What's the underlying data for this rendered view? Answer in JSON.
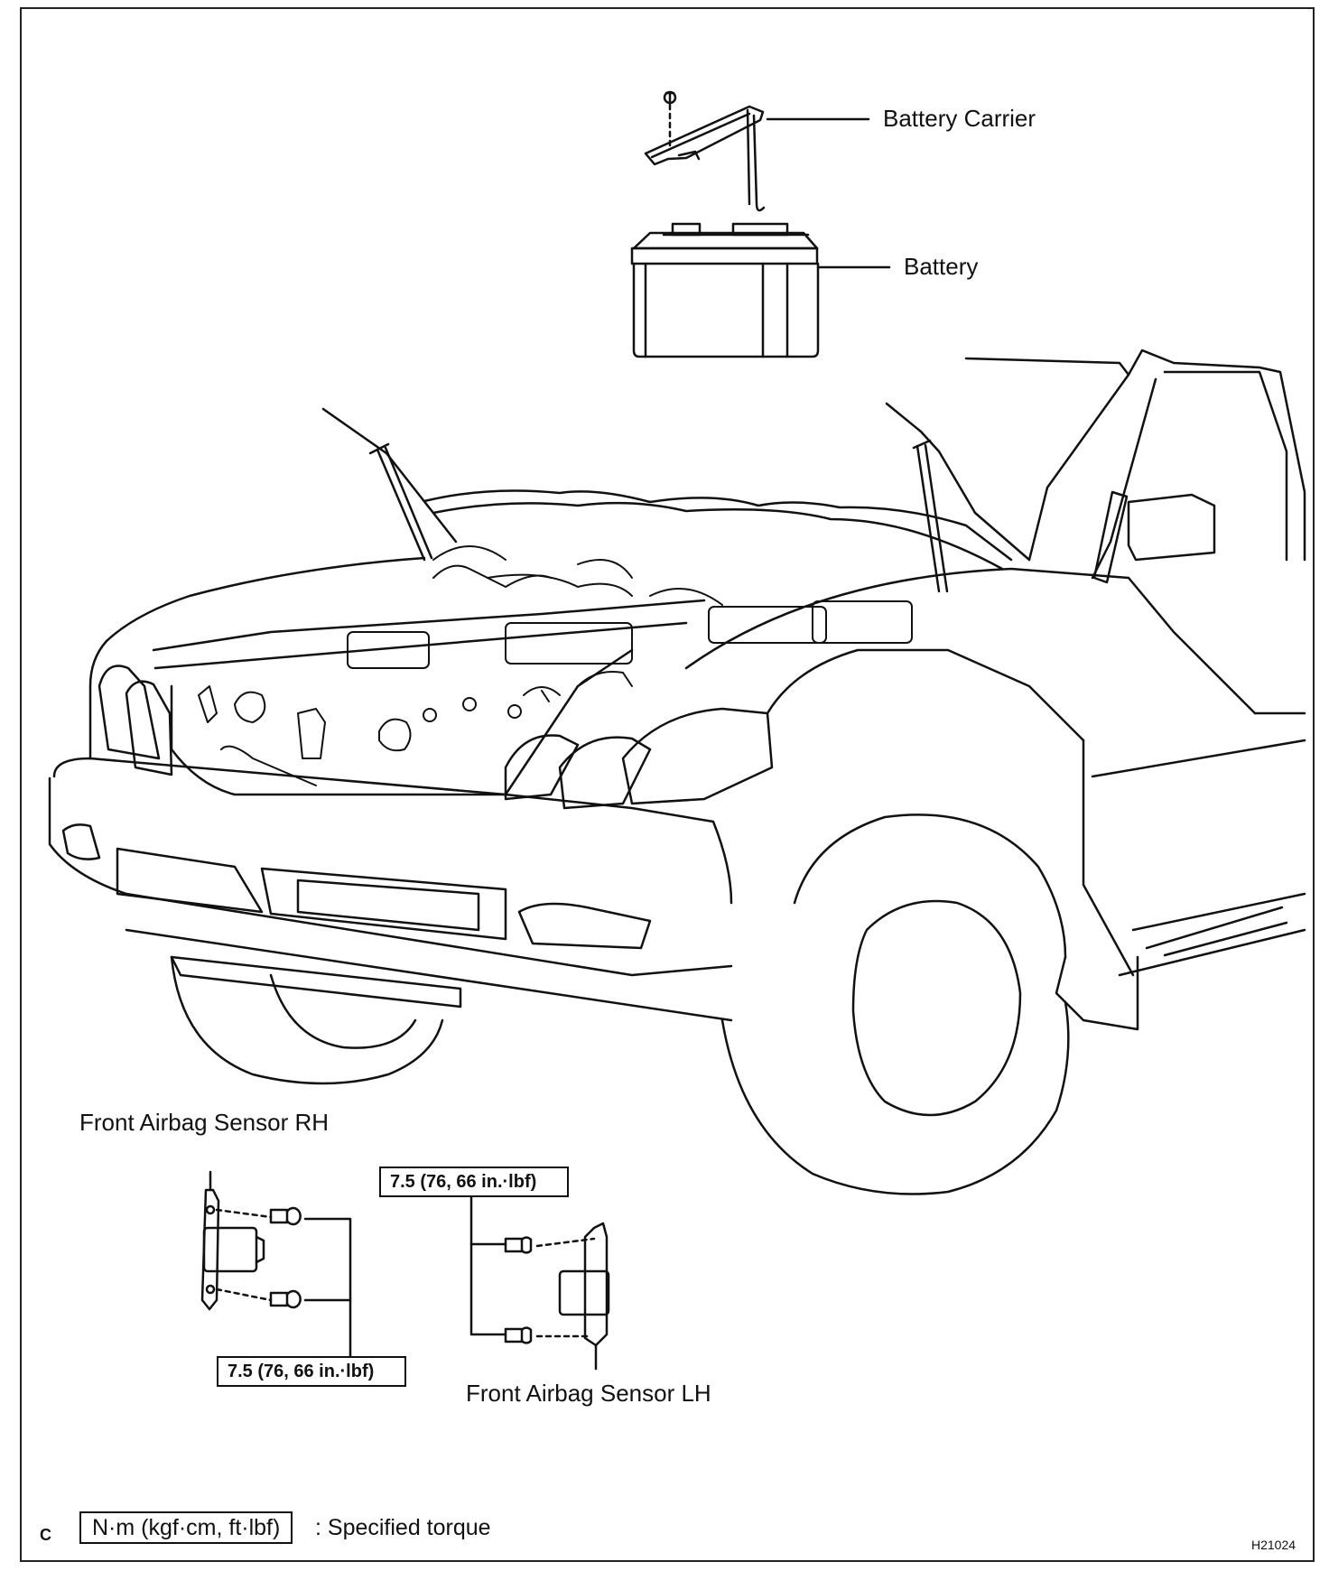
{
  "labels": {
    "battery_carrier": "Battery Carrier",
    "battery": "Battery",
    "airbag_rh": "Front Airbag Sensor RH",
    "airbag_lh": "Front Airbag Sensor LH"
  },
  "torque": {
    "rh": "7.5 (76, 66 in.·lbf)",
    "lh": "7.5 (76, 66 in.·lbf)"
  },
  "legend": {
    "box_text": "N·m (kgf·cm, ft·lbf)",
    "description": ": Specified torque"
  },
  "footer": {
    "corner_letter": "C",
    "figure_code": "H21024"
  }
}
